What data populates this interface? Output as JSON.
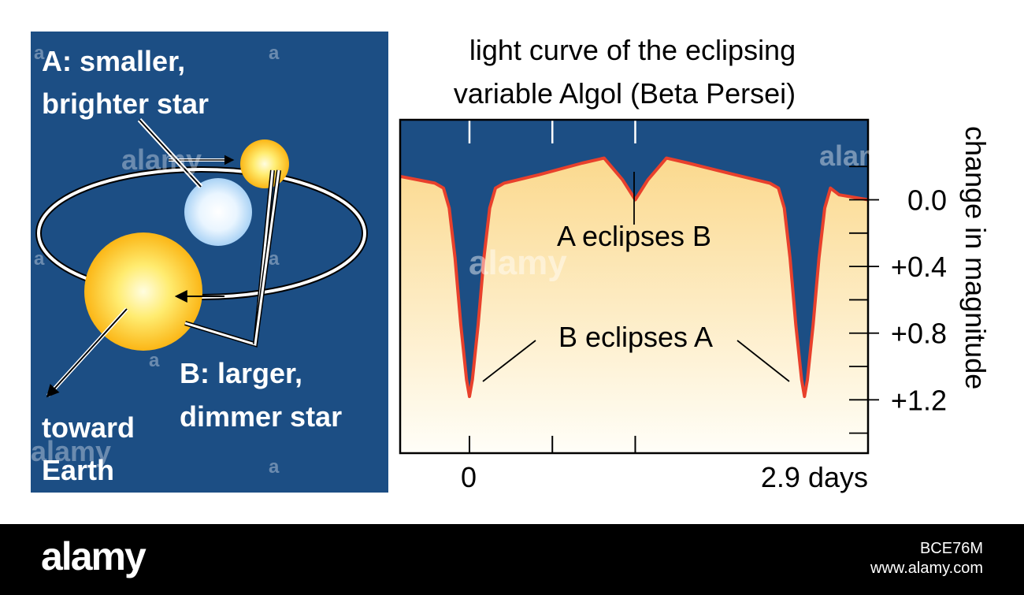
{
  "diagram": {
    "star_a_label_line1": "A: smaller,",
    "star_a_label_line2": "brighter star",
    "star_b_label_line1": "B: larger,",
    "star_b_label_line2": "dimmer star",
    "earth_label_line1": "toward",
    "earth_label_line2": "Earth",
    "panel_color": "#1c4e84",
    "star_a_color": "#dcefff",
    "star_b_color": "#ffd028"
  },
  "chart_data": {
    "type": "line",
    "title_line1": "light curve of the eclipsing",
    "title_line2": "variable Algol (Beta Persei)",
    "ylabel": "change in magnitude",
    "y_tick_labels": [
      "0.0",
      "+0.4",
      "+0.8",
      "+1.2"
    ],
    "y_ticks": [
      0.0,
      0.4,
      0.8,
      1.2
    ],
    "y_range": [
      -0.48,
      1.52
    ],
    "y_inverted": true,
    "x_tick_labels": [
      "0",
      "2.9 days"
    ],
    "x_ticks": [
      0,
      2.87
    ],
    "x_range": [
      -1.2,
      6.9
    ],
    "x_unit": "days",
    "series": [
      {
        "x": [
          -1.2,
          -0.6,
          -0.45,
          -0.35,
          -0.25,
          -0.15,
          -0.05,
          0,
          0.05,
          0.15,
          0.25,
          0.35,
          0.45,
          0.6,
          1.2,
          1.95,
          2.33,
          2.65,
          2.87,
          3.09,
          3.41,
          3.79,
          4.6,
          5.2,
          5.35,
          5.45,
          5.55,
          5.65,
          5.75,
          5.8,
          5.85,
          5.95,
          6.05,
          6.15,
          6.25,
          6.4,
          6.9
        ],
        "y": [
          -0.14,
          -0.1,
          -0.07,
          0.05,
          0.35,
          0.75,
          1.08,
          1.18,
          1.08,
          0.75,
          0.35,
          0.05,
          -0.07,
          -0.1,
          -0.15,
          -0.22,
          -0.25,
          -0.12,
          0.0,
          -0.12,
          -0.25,
          -0.22,
          -0.15,
          -0.1,
          -0.07,
          0.05,
          0.35,
          0.75,
          1.08,
          1.18,
          1.08,
          0.75,
          0.35,
          0.05,
          -0.07,
          -0.03,
          0.0
        ]
      }
    ],
    "annotations": [
      "A eclipses B",
      "B eclipses A"
    ],
    "plot_bg_color": "#1c4e84",
    "curve_color": "#e8402c",
    "fill_top_color": "#fbd98e",
    "fill_bottom_color": "#fffef8"
  },
  "watermark": {
    "text": "alamy",
    "small_text": "a",
    "stock_id": "BCE76M",
    "url": "www.alamy.com"
  }
}
